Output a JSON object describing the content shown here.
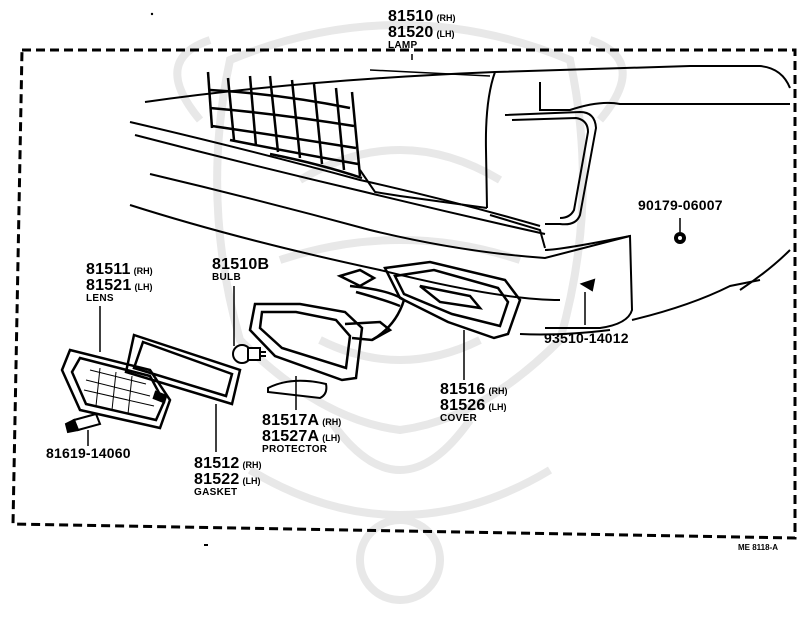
{
  "watermark": "samurai-mask-watermark",
  "labels": {
    "lamp": {
      "pn1": "81510",
      "side1": "(RH)",
      "pn2": "81520",
      "side2": "(LH)",
      "name": "LAMP"
    },
    "bulb": {
      "pn": "81510B",
      "name": "BULB"
    },
    "lens": {
      "pn1": "81511",
      "side1": "(RH)",
      "pn2": "81521",
      "side2": "(LH)",
      "name": "LENS"
    },
    "gasket": {
      "pn1": "81512",
      "side1": "(RH)",
      "pn2": "81522",
      "side2": "(LH)",
      "name": "GASKET"
    },
    "protector": {
      "pn1": "81517A",
      "side1": "(RH)",
      "pn2": "81527A",
      "side2": "(LH)",
      "name": "PROTECTOR"
    },
    "cover": {
      "pn1": "81516",
      "side1": "(RH)",
      "pn2": "81526",
      "side2": "(LH)",
      "name": "COVER"
    },
    "screw": {
      "pn": "81619-14060"
    },
    "clip": {
      "pn": "90179-06007"
    },
    "pin": {
      "pn": "93510-14012"
    },
    "ref": "ME 8118-A"
  },
  "colors": {
    "line": "#000000",
    "watermark": "#e6e6e6",
    "background": "#ffffff"
  }
}
